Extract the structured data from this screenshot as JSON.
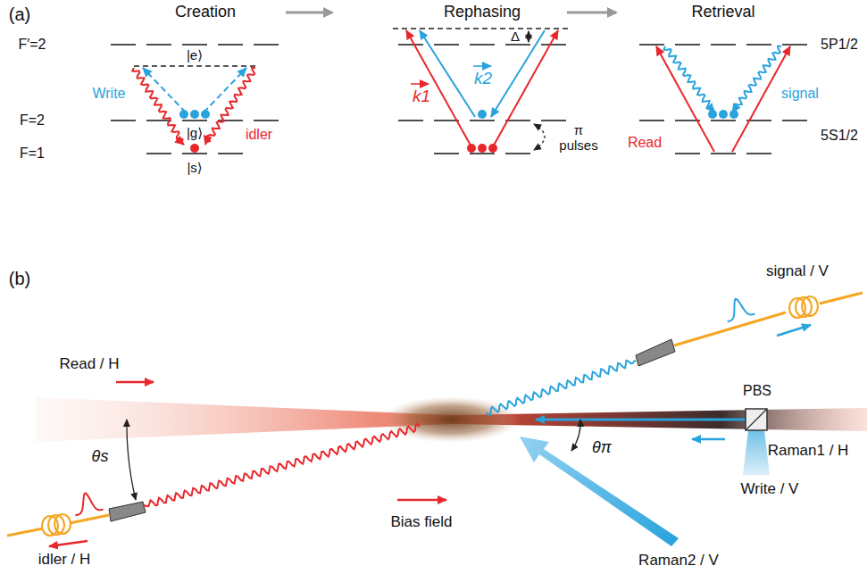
{
  "diagram": {
    "labels": [
      "(a)",
      "Creation",
      "Rephasing",
      "Retrieval",
      "F′=2",
      "|e⟩",
      "Write",
      "|g⟩",
      "idler",
      "|s⟩",
      "F=2",
      "F=1",
      "Δ",
      "k1",
      "k2",
      "π pulses",
      "5P1/2",
      "5S1/2",
      "Read",
      "signal",
      "(b)",
      "signal / V",
      "Read / H",
      "PBS",
      "Raman1 / H",
      "θs",
      "θπ",
      "Write / V",
      "Bias field",
      "idler / H",
      "Raman2 / V"
    ]
  }
}
